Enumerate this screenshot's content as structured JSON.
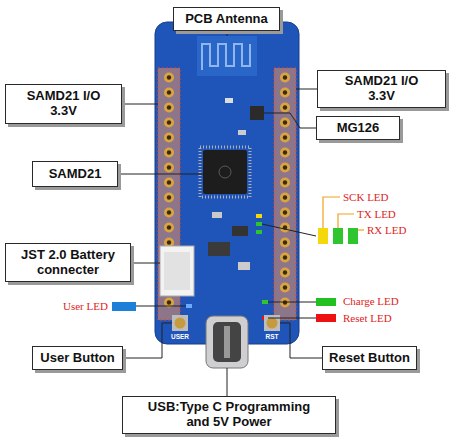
{
  "diagram": {
    "nodes": [
      {
        "text": [
          "PCB Antenna"
        ]
      },
      {
        "text": [
          "SAMD21 I/O 3.3V"
        ]
      },
      {
        "text": [
          "SAMD21 I/O 3.3V"
        ]
      },
      {
        "text": [
          "MG126"
        ]
      },
      {
        "text": [
          "SAMD21"
        ]
      },
      {
        "text": [
          "JST 2.0 Battery connecter"
        ]
      },
      {
        "text": [
          "User Button"
        ]
      },
      {
        "text": [
          "Reset Button"
        ]
      },
      {
        "text": [
          "USB:Type C Programming and 5V Power"
        ]
      }
    ],
    "labels": [
      "SCK LED",
      "TX LED",
      "RX LED",
      "User LED",
      "Charge LED",
      "Reset LED",
      "USER",
      "RST"
    ]
  }
}
